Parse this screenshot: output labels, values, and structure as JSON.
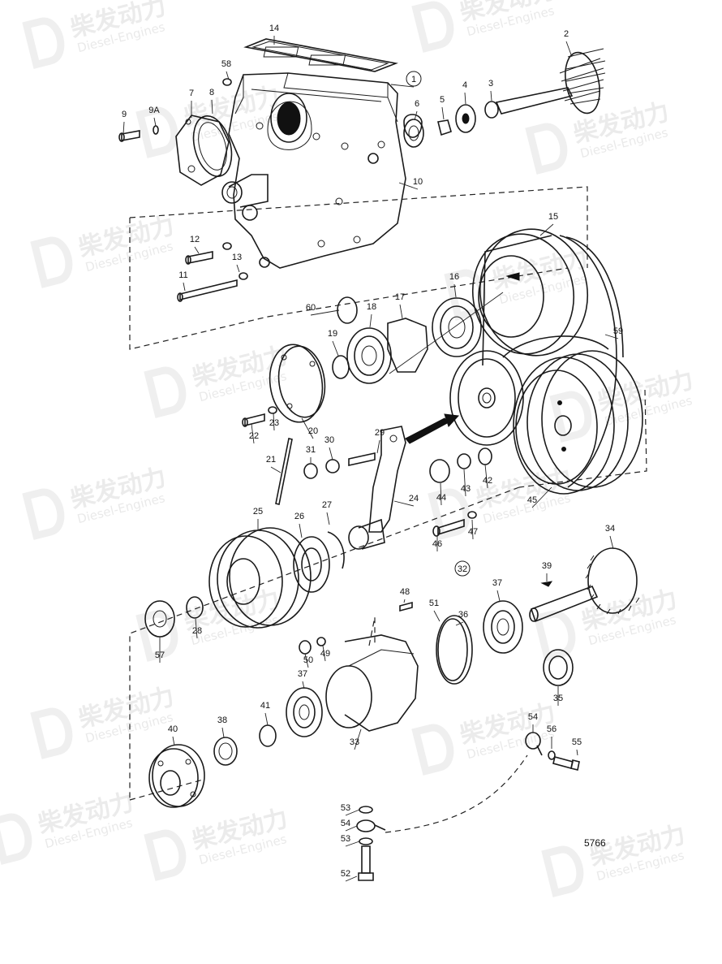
{
  "drawing_number": "5766",
  "watermark": {
    "brand": "柴发动力",
    "subtitle": "Diesel-Engines"
  },
  "callouts": [
    {
      "id": "c14",
      "label": "14"
    },
    {
      "id": "c2",
      "label": "2"
    },
    {
      "id": "c58",
      "label": "58"
    },
    {
      "id": "c1",
      "label": "1",
      "circled": true
    },
    {
      "id": "c8",
      "label": "8"
    },
    {
      "id": "c7",
      "label": "7"
    },
    {
      "id": "c9A",
      "label": "9A"
    },
    {
      "id": "c9",
      "label": "9"
    },
    {
      "id": "c4",
      "label": "4"
    },
    {
      "id": "c3",
      "label": "3"
    },
    {
      "id": "c5",
      "label": "5"
    },
    {
      "id": "c6",
      "label": "6"
    },
    {
      "id": "c10",
      "label": "10"
    },
    {
      "id": "c15",
      "label": "15"
    },
    {
      "id": "c12",
      "label": "12"
    },
    {
      "id": "c13",
      "label": "13"
    },
    {
      "id": "c11",
      "label": "11"
    },
    {
      "id": "c16",
      "label": "16"
    },
    {
      "id": "c17",
      "label": "17"
    },
    {
      "id": "c60",
      "label": "60"
    },
    {
      "id": "c18",
      "label": "18"
    },
    {
      "id": "c59",
      "label": "59"
    },
    {
      "id": "c19",
      "label": "19"
    },
    {
      "id": "c22",
      "label": "22"
    },
    {
      "id": "c23",
      "label": "23"
    },
    {
      "id": "c20",
      "label": "20"
    },
    {
      "id": "c29",
      "label": "29"
    },
    {
      "id": "c31",
      "label": "31"
    },
    {
      "id": "c30",
      "label": "30"
    },
    {
      "id": "c21",
      "label": "21"
    },
    {
      "id": "c44",
      "label": "44"
    },
    {
      "id": "c43",
      "label": "43"
    },
    {
      "id": "c42",
      "label": "42"
    },
    {
      "id": "c24",
      "label": "24"
    },
    {
      "id": "c45",
      "label": "45"
    },
    {
      "id": "c25",
      "label": "25"
    },
    {
      "id": "c26",
      "label": "26"
    },
    {
      "id": "c27",
      "label": "27"
    },
    {
      "id": "c47",
      "label": "47"
    },
    {
      "id": "c46",
      "label": "46"
    },
    {
      "id": "c34",
      "label": "34"
    },
    {
      "id": "c32",
      "label": "32",
      "circled": true
    },
    {
      "id": "c39",
      "label": "39"
    },
    {
      "id": "c37a",
      "label": "37"
    },
    {
      "id": "c48",
      "label": "48"
    },
    {
      "id": "c51",
      "label": "51"
    },
    {
      "id": "c36",
      "label": "36"
    },
    {
      "id": "c28",
      "label": "28"
    },
    {
      "id": "c57",
      "label": "57"
    },
    {
      "id": "c50",
      "label": "50"
    },
    {
      "id": "c49",
      "label": "49"
    },
    {
      "id": "c35",
      "label": "35"
    },
    {
      "id": "c37b",
      "label": "37"
    },
    {
      "id": "c41",
      "label": "41"
    },
    {
      "id": "c38",
      "label": "38"
    },
    {
      "id": "c40",
      "label": "40"
    },
    {
      "id": "c33",
      "label": "33"
    },
    {
      "id": "c54a",
      "label": "54"
    },
    {
      "id": "c56",
      "label": "56"
    },
    {
      "id": "c55",
      "label": "55"
    },
    {
      "id": "c53a",
      "label": "53"
    },
    {
      "id": "c54b",
      "label": "54"
    },
    {
      "id": "c53b",
      "label": "53"
    },
    {
      "id": "c52",
      "label": "52"
    }
  ]
}
